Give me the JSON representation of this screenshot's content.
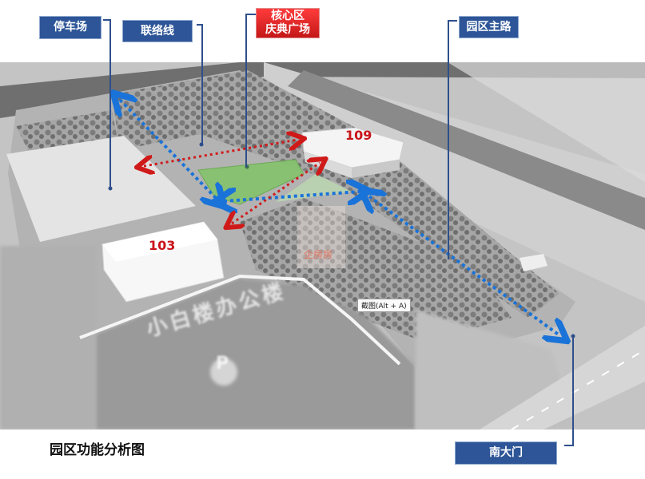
{
  "title": "园区功能分析图",
  "labels": {
    "parking": "停车场",
    "connector": "联络线",
    "core_line1": "核心区",
    "core_line2": "庆典广场",
    "main_road": "园区主路",
    "south_gate": "南大门"
  },
  "buildings": {
    "b103": "103",
    "b109": "109"
  },
  "map": {
    "background_text": "小白楼办公楼",
    "parking_symbol": "P"
  },
  "tooltip": "截图(Alt + A)",
  "watermark": "企房房",
  "legend_colors": {
    "label_blue": "#2d5597",
    "label_red": "#d92424",
    "main_road_arrow": "#1a73d8",
    "connector_arrow": "#d01a1a",
    "core_plaza": "#7fc06a",
    "building_number": "#c8151b"
  }
}
